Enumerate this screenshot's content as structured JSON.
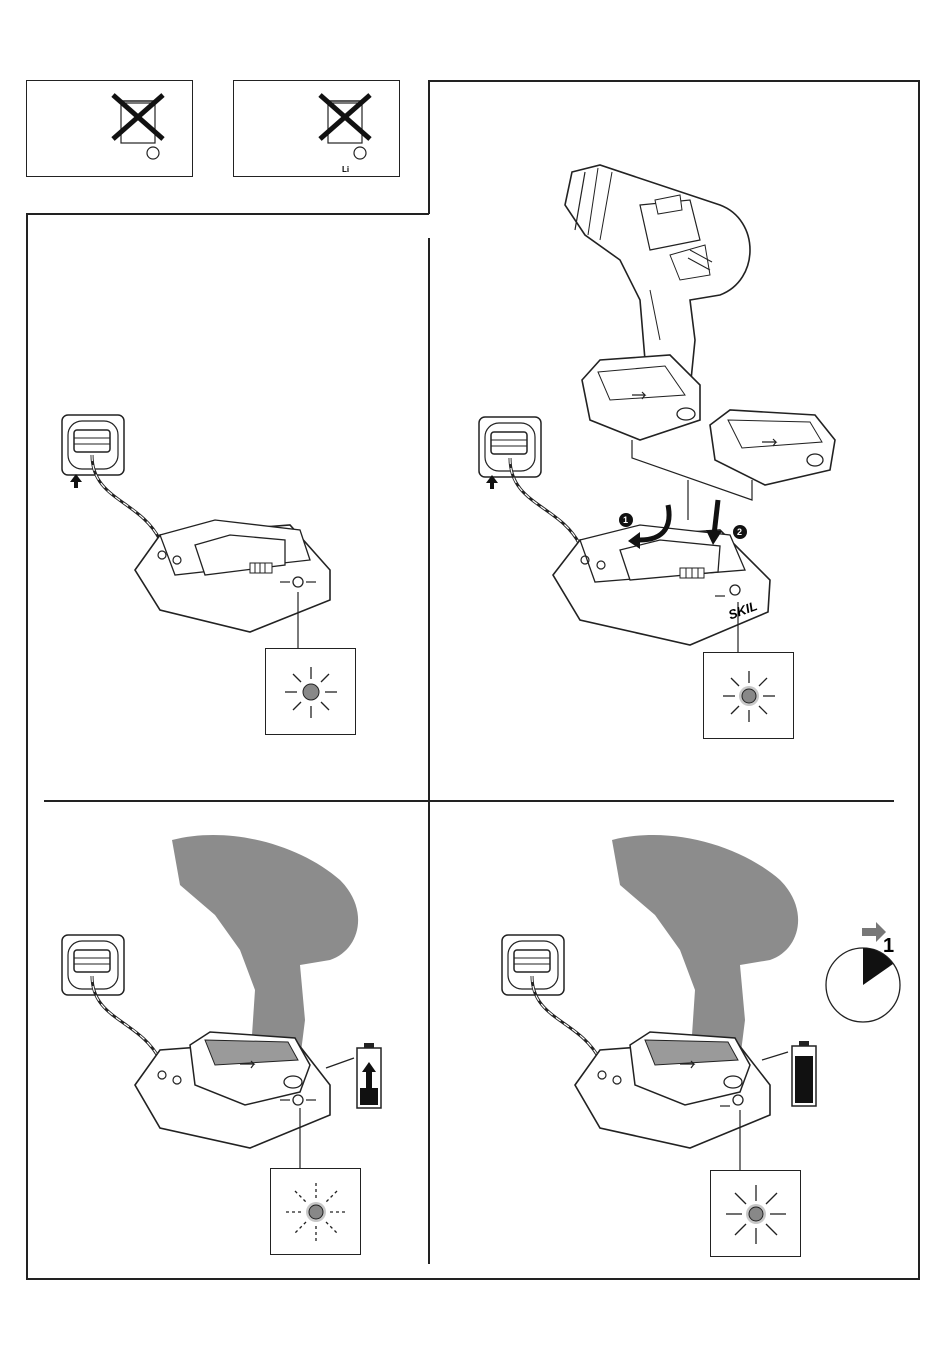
{
  "disposal_symbols": [
    {
      "label": ""
    },
    {
      "label": "Li"
    }
  ],
  "step2": {
    "badge_1": "1",
    "badge_2": "2",
    "brand": "SKIL"
  },
  "step4": {
    "duration_label": "1"
  },
  "colors": {
    "ink": "#222222",
    "tool_shadow": "#8c8c8c",
    "led": "#888888"
  }
}
